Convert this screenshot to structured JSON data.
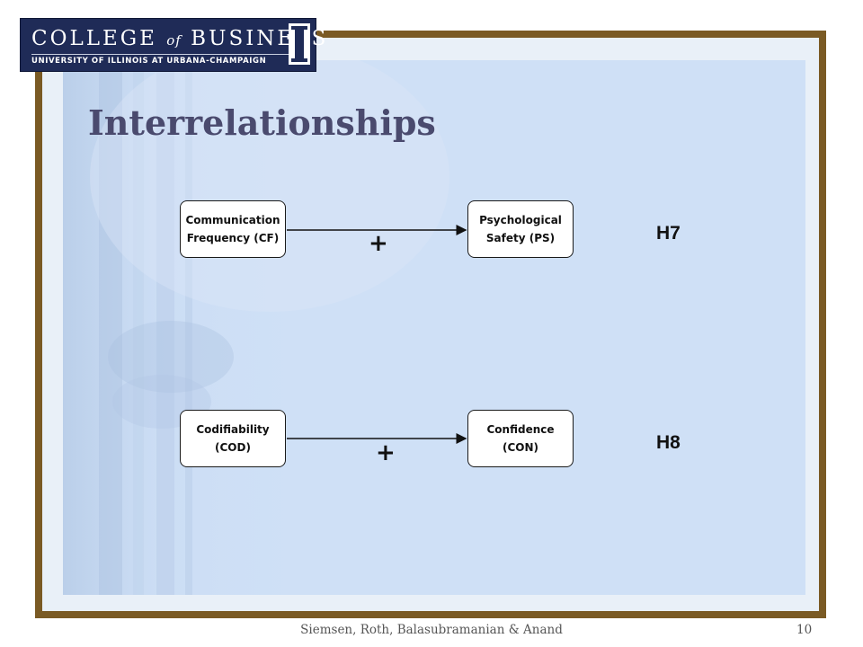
{
  "header": {
    "logo_line1_a": "COLLEGE",
    "logo_line1_of": "of",
    "logo_line1_b": "BUSINESS",
    "logo_line2": "UNIVERSITY OF ILLINOIS AT URBANA-CHAMPAIGN"
  },
  "slide": {
    "title": "Interrelationships"
  },
  "diagram": {
    "rows": [
      {
        "from_line1": "Communication",
        "from_line2": "Frequency (CF)",
        "to_line1": "Psychological",
        "to_line2": "Safety (PS)",
        "sign": "+",
        "hypothesis": "H7"
      },
      {
        "from_line1": "Codifiability",
        "from_line2": "(COD)",
        "to_line1": "Confidence",
        "to_line2": "(CON)",
        "sign": "+",
        "hypothesis": "H8"
      }
    ]
  },
  "footer": {
    "authors": "Siemsen, Roth, Balasubramanian & Anand",
    "page_number": "10"
  },
  "colors": {
    "frame": "#7a5a24",
    "panel": "#cfe0f6",
    "logo_bg": "#1f2b57",
    "title": "#4a4a6e"
  }
}
